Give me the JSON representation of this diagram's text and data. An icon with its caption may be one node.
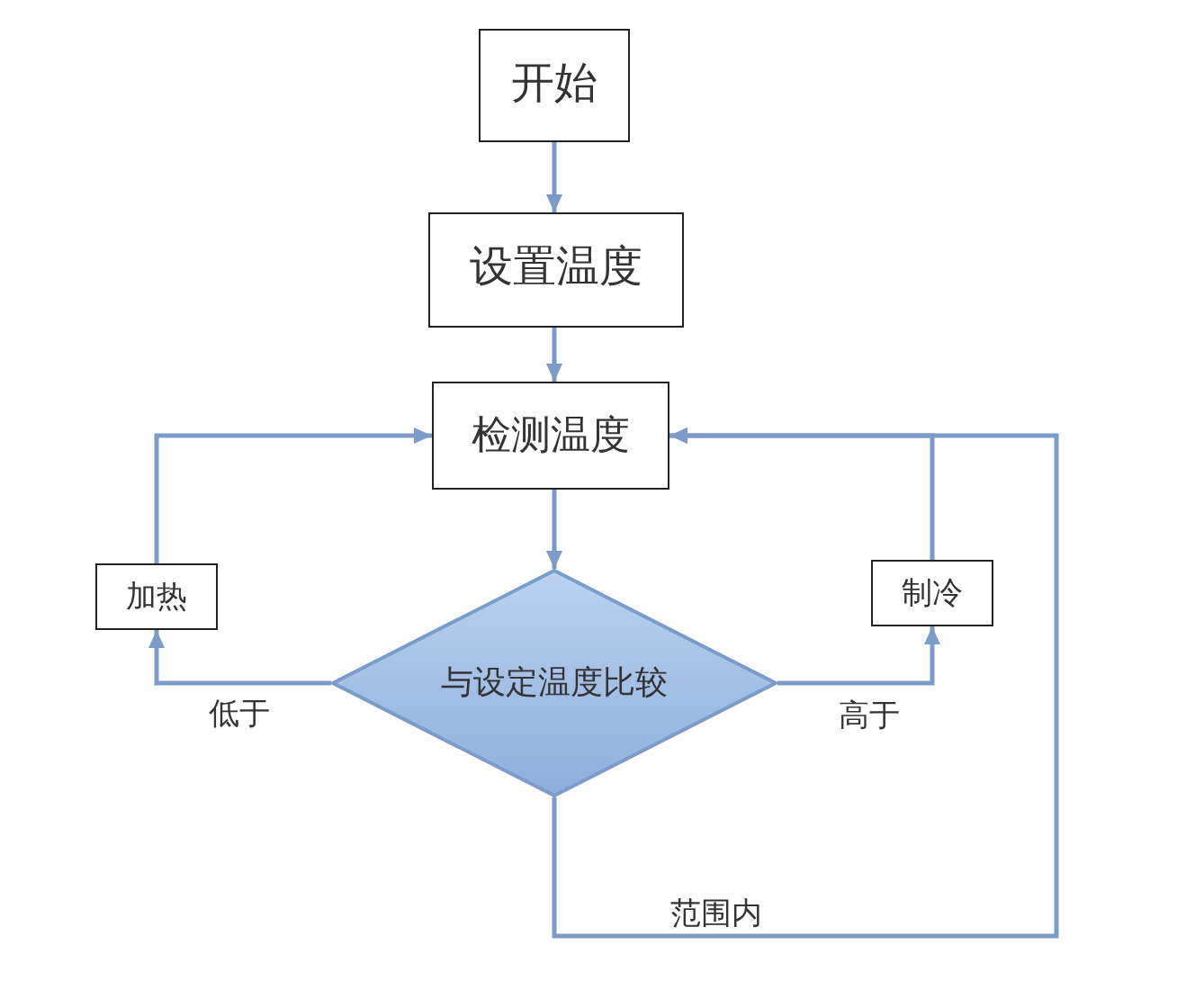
{
  "diagram": {
    "nodes": [
      {
        "text": [
          "开始"
        ]
      },
      {
        "text": [
          "设置温度"
        ]
      },
      {
        "text": [
          "检测温度"
        ]
      },
      {
        "text": [
          "加热"
        ]
      },
      {
        "text": [
          "制冷"
        ]
      },
      {
        "text": [
          "与设定温度比较"
        ]
      }
    ],
    "edges": [
      {
        "from": 0,
        "to": 1,
        "arrow": "to"
      },
      {
        "from": 1,
        "to": 2,
        "arrow": "to"
      },
      {
        "from": 2,
        "to": 5,
        "arrow": "to"
      },
      {
        "from": 5,
        "to": 3,
        "arrow": "to",
        "label": "低于"
      },
      {
        "from": 5,
        "to": 4,
        "arrow": "to",
        "label": "高于"
      },
      {
        "from": 3,
        "to": 2,
        "arrow": "to"
      },
      {
        "from": 4,
        "to": 2,
        "arrow": "to"
      },
      {
        "from": 5,
        "to": 2,
        "arrow": "to",
        "label": "范围内"
      }
    ]
  }
}
